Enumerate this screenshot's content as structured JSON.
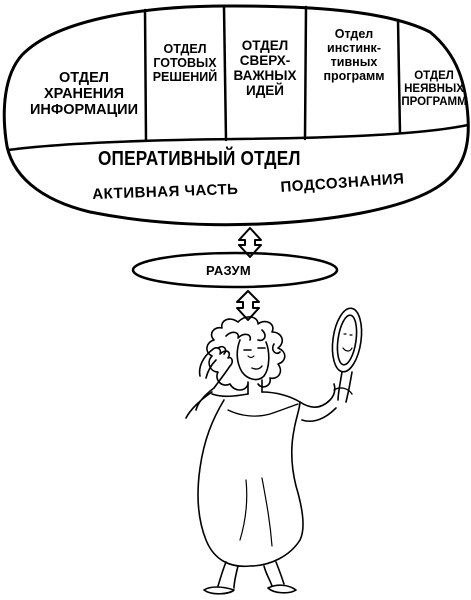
{
  "compartments": [
    {
      "id": "storage",
      "label": "ОТДЕЛ\nХРАНЕНИЯ\nИНФОРМАЦИИ"
    },
    {
      "id": "ready",
      "label": "ОТДЕЛ\nГОТОВЫХ\nРЕШЕНИЙ"
    },
    {
      "id": "super",
      "label": "ОТДЕЛ\nСВЕРХ-\nВАЖНЫХ\nИДЕЙ"
    },
    {
      "id": "instinct",
      "label": "Отдел\nинстинк-\nтивных\nпрограмм"
    },
    {
      "id": "implicit",
      "label": "ОТДЕЛ\nНЕЯВНЫХ\nПРОГРАММ"
    }
  ],
  "operative_label": "ОПЕРАТИВНЫЙ ОТДЕЛ",
  "active_part_label": "АКТИВНАЯ ЧАСТЬ",
  "subconscious_label": "ПОДСОЗНАНИЯ",
  "reason_label": "РАЗУМ",
  "illustration": "woman-looking-in-hand-mirror"
}
